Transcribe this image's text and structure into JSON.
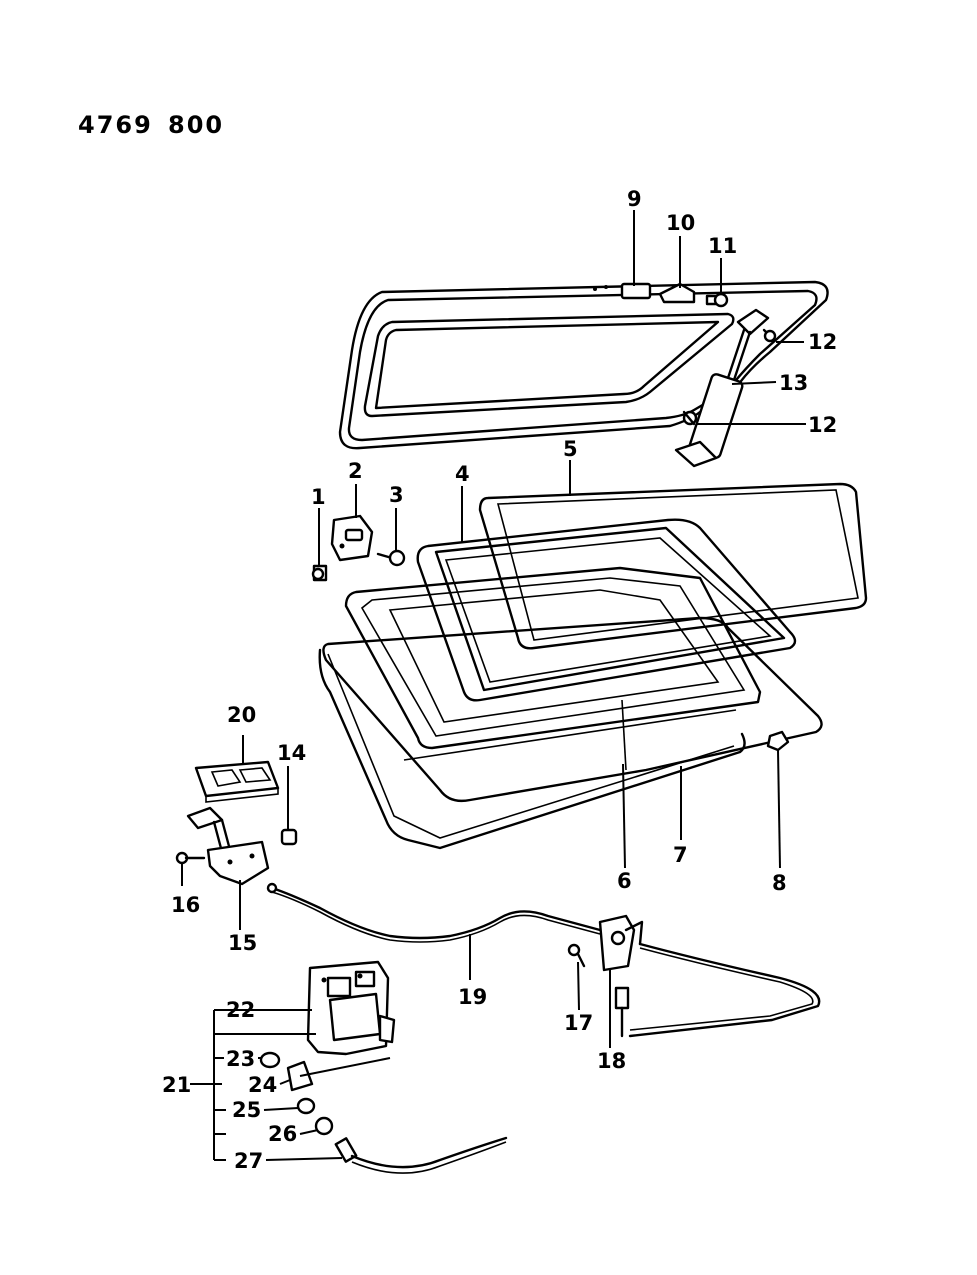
{
  "header": {
    "code_a": "4769",
    "code_b": "800"
  },
  "labels": {
    "p1": "1",
    "p2": "2",
    "p3": "3",
    "p4": "4",
    "p5": "5",
    "p6": "6",
    "p7": "7",
    "p8": "8",
    "p9": "9",
    "p10": "10",
    "p11": "11",
    "p12a": "12",
    "p12b": "12",
    "p13": "13",
    "p14": "14",
    "p15": "15",
    "p16": "16",
    "p17": "17",
    "p18": "18",
    "p19": "19",
    "p20": "20",
    "p21": "21",
    "p22": "22",
    "p23": "23",
    "p24": "24",
    "p25": "25",
    "p26": "26",
    "p27": "27"
  }
}
